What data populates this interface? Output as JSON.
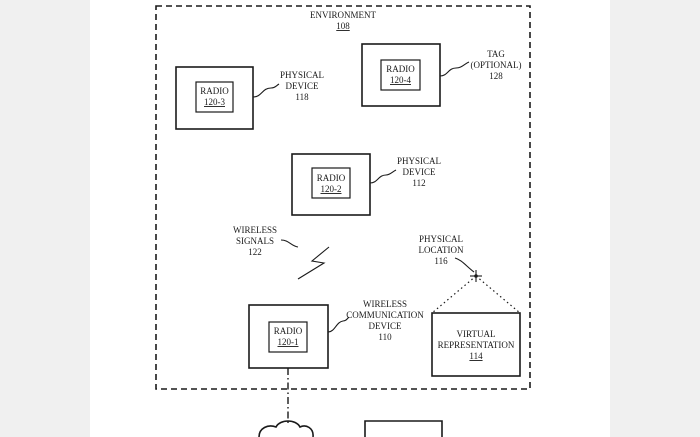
{
  "environment": {
    "label": "ENVIRONMENT",
    "ref": "108"
  },
  "radio_3": {
    "label": "RADIO",
    "ref": "120-3"
  },
  "physical_device_118": {
    "line1": "PHYSICAL",
    "line2": "DEVICE",
    "ref": "118"
  },
  "radio_4": {
    "label": "RADIO",
    "ref": "120-4"
  },
  "tag": {
    "line1": "TAG",
    "line2": "(OPTIONAL)",
    "ref": "128"
  },
  "radio_2": {
    "label": "RADIO",
    "ref": "120-2"
  },
  "physical_device_112": {
    "line1": "PHYSICAL",
    "line2": "DEVICE",
    "ref": "112"
  },
  "wireless_signals": {
    "line1": "WIRELESS",
    "line2": "SIGNALS",
    "ref": "122"
  },
  "physical_location": {
    "line1": "PHYSICAL",
    "line2": "LOCATION",
    "ref": "116"
  },
  "radio_1": {
    "label": "RADIO",
    "ref": "120-1"
  },
  "wireless_comm_device": {
    "line1": "WIRELESS",
    "line2": "COMMUNICATION",
    "line3": "DEVICE",
    "ref": "110"
  },
  "virtual_representation": {
    "line1": "VIRTUAL",
    "line2": "REPRESENTATION",
    "ref": "114"
  }
}
